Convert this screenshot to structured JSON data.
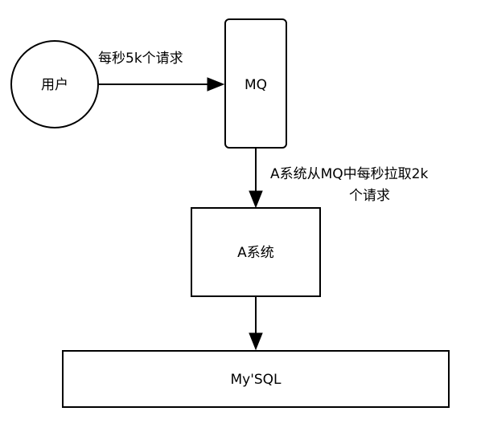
{
  "nodes": {
    "user": {
      "label": "用户"
    },
    "mq": {
      "label": "MQ"
    },
    "system_a": {
      "label": "A系统"
    },
    "mysql": {
      "label": "My'SQL"
    }
  },
  "edges": {
    "user_to_mq": {
      "label": "每秒5k个请求"
    },
    "mq_to_system_a": {
      "label_line1": "A系统从MQ中每秒拉取2k",
      "label_line2": "个请求"
    },
    "system_a_to_mysql": {
      "label": ""
    }
  },
  "colors": {
    "stroke": "#000000",
    "fill": "#ffffff",
    "background": "#ffffff"
  }
}
